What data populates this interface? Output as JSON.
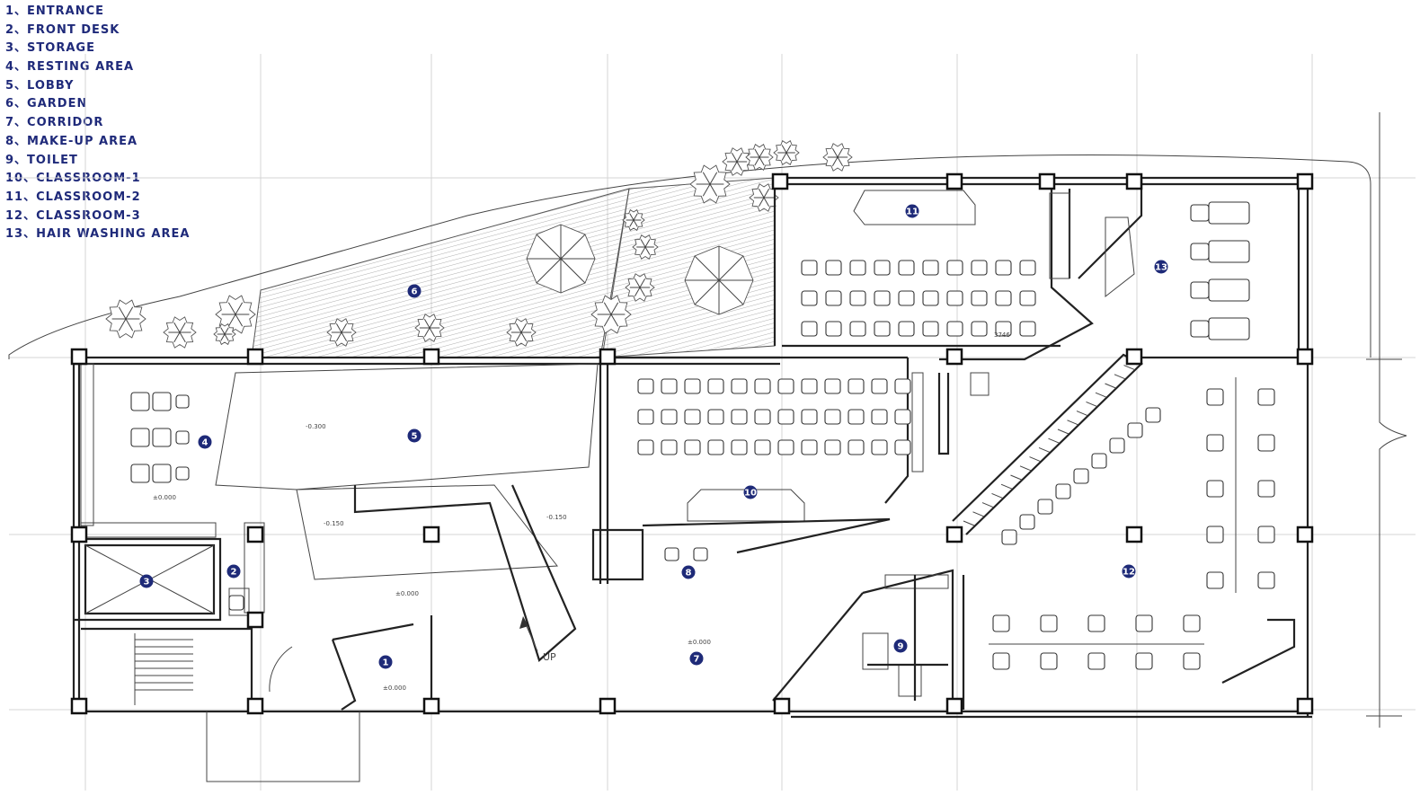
{
  "legend": [
    "1、ENTRANCE",
    "2、FRONT DESK",
    "3、STORAGE",
    "4、RESTING AREA",
    "5、LOBBY",
    "6、GARDEN",
    "7、CORRIDOR",
    "8、MAKE-UP AREA",
    "9、TOILET",
    "10、CLASSROOM-1",
    "11、CLASSROOM-2",
    "12、CLASSROOM-3",
    "13、HAIR WASHING AREA"
  ],
  "markers": [
    "1",
    "2",
    "3",
    "4",
    "5",
    "6",
    "7",
    "8",
    "9",
    "10",
    "11",
    "12",
    "13"
  ],
  "annotations": {
    "stair_label": "UP",
    "dimension": "3746",
    "level_0": "±0.000",
    "level_lobby": "-0.300",
    "level_ramp": "-0.150"
  },
  "colors": {
    "marker": "#1e2a78",
    "legend_text": "#1f2a7a",
    "walls": "#222222",
    "grid": "#d4d4d4"
  }
}
